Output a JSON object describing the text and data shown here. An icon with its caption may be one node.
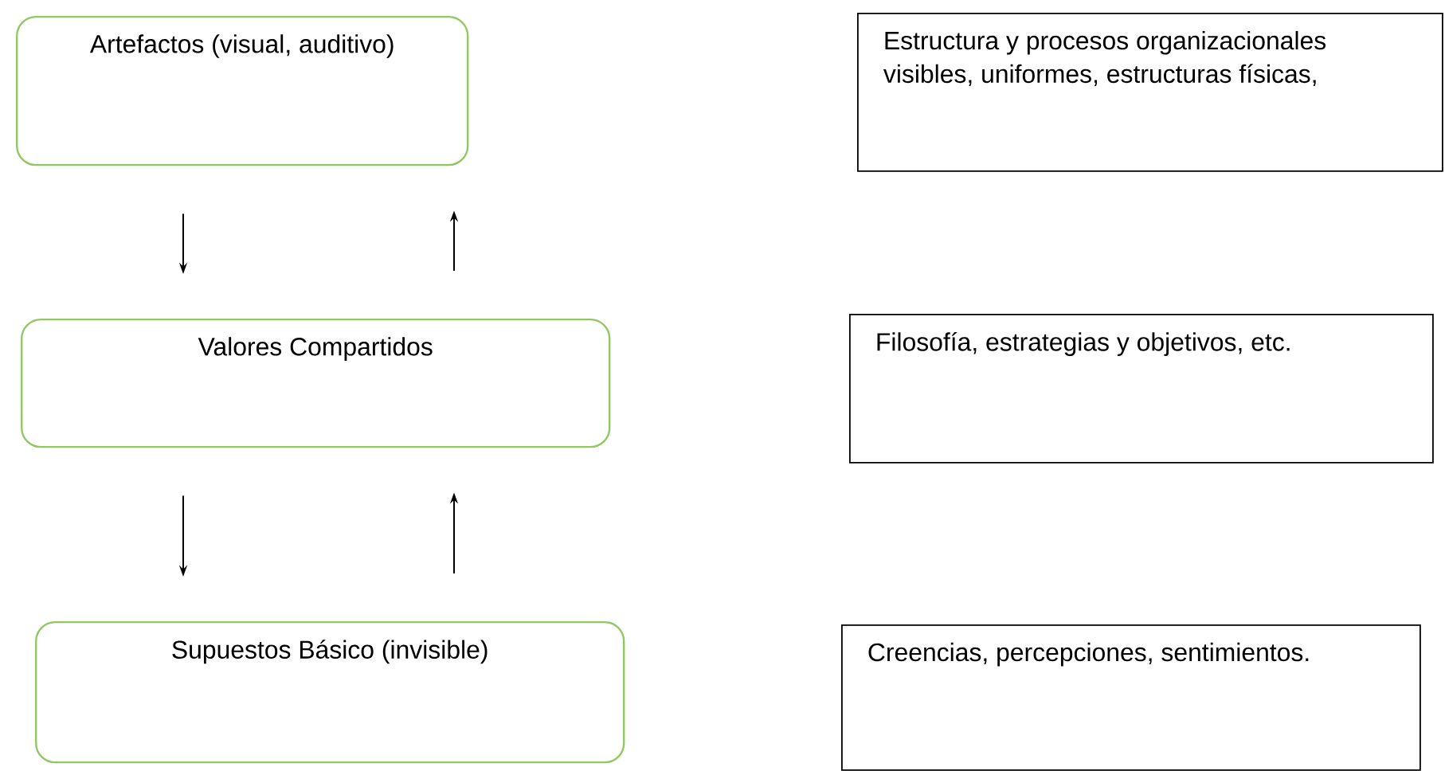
{
  "diagram": {
    "nodes": [
      {
        "text": [
          "Artefactos (visual, auditivo)"
        ]
      },
      {
        "text": [
          "Valores Compartidos"
        ]
      },
      {
        "text": [
          "Supuestos Básico (invisible)"
        ]
      },
      {
        "text": [
          "Estructura y procesos organizacionales visibles, uniformes, estructuras físicas,"
        ]
      },
      {
        "text": [
          "Filosofía, estrategias y objetivos, etc."
        ]
      },
      {
        "text": [
          "Creencias, percepciones, sentimientos."
        ]
      }
    ],
    "edges": [
      {
        "from": 0,
        "to": 1,
        "arrow": "to"
      },
      {
        "from": 1,
        "to": 0,
        "arrow": "to"
      },
      {
        "from": 1,
        "to": 2,
        "arrow": "to"
      },
      {
        "from": 2,
        "to": 1,
        "arrow": "to"
      }
    ]
  }
}
